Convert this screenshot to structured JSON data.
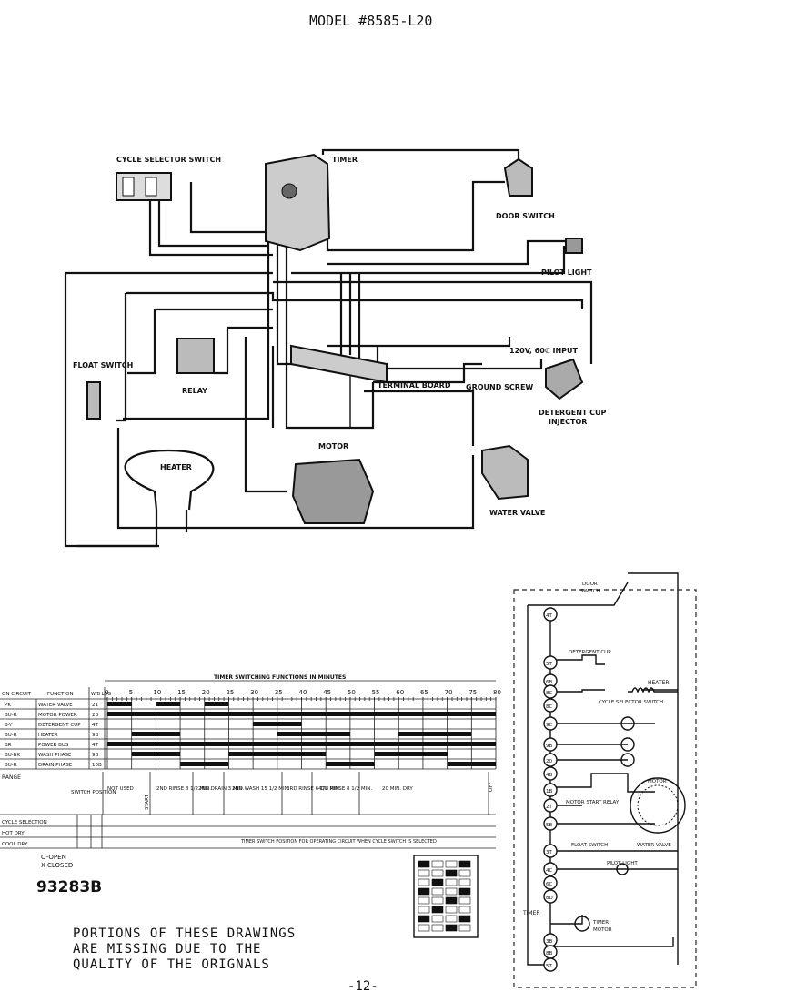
{
  "header": {
    "model": "MODEL #8585-L20"
  },
  "components": {
    "cycle_selector_switch": "CYCLE SELECTOR SWITCH",
    "timer": "TIMER",
    "door_switch": "DOOR SWITCH",
    "pilot_light": "PILOT LIGHT",
    "float_switch": "FLOAT SWITCH",
    "relay": "RELAY",
    "input": "120V, 60ℂ INPUT",
    "terminal_board": "TERMINAL BOARD",
    "ground_screw": "GROUND SCREW",
    "detergent_cup_injector": [
      "DETERGENT CUP",
      "INJECTOR"
    ],
    "heater": "HEATER",
    "motor": "MOTOR",
    "water_valve": "WATER VALVE"
  },
  "timer_chart": {
    "title": "TIMER SWITCHING FUNCTIONS IN MINUTES",
    "col_headers": [
      "ON CIRCUIT",
      "FUNCTION",
      "W/B LOG"
    ],
    "minutes": [
      "0",
      "5",
      "10",
      "15",
      "20",
      "25",
      "30",
      "35",
      "40",
      "45",
      "50",
      "55",
      "60",
      "65",
      "70",
      "75",
      "80"
    ],
    "rows": [
      {
        "circuit": "PK",
        "function": "WATER VALVE",
        "code": "21"
      },
      {
        "circuit": "BU-R",
        "function": "MOTOR POWER",
        "code": "2B"
      },
      {
        "circuit": "B-Y",
        "function": "DETERGENT CUP",
        "code": "4T"
      },
      {
        "circuit": "BU-R",
        "function": "HEATER",
        "code": "9B"
      },
      {
        "circuit": "BR",
        "function": "POWER BUS",
        "code": "4T"
      },
      {
        "circuit": "BU-BK",
        "function": "WASH PHASE",
        "code": "9B"
      },
      {
        "circuit": "BU-R",
        "function": "DRAIN PHASE",
        "code": "10B"
      }
    ],
    "range_label": "RANGE",
    "switch_position_label": "SWITCH POSITION",
    "phases": [
      "NOT USED",
      "2ND RINSE 8 1/2 MIN.",
      "2ND DRAIN 3 MIN.",
      "2ND WASH 15 1/2 MIN.",
      "3RD RINSE 6 1/2 MIN.",
      "4TH RINSE 8 1/2 MIN.",
      "20 MIN. DRY"
    ],
    "start_label": "START",
    "off_label": "OFF",
    "cycle_rows": [
      "CYCLE SELECTION",
      "HOT DRY",
      "COOL DRY"
    ],
    "legend": [
      "O-OPEN",
      "X-CLOSED"
    ],
    "footnote": "TIMER SWITCH POSITION FOR OPERATING CIRCUIT WHEN CYCLE SWITCH IS SELECTED",
    "part_number": "93283B"
  },
  "schematic": {
    "door_switch": [
      "DOOR",
      "SWITCH"
    ],
    "detergent_cup": "DETERGENT CUP",
    "heater": "HEATER",
    "cycle_selector_switch": "CYCLE SELECTOR SWITCH",
    "motor_start_relay": "MOTOR START RELAY",
    "motor": "MOTOR",
    "float_switch": "FLOAT SWITCH",
    "water_valve": "WATER VALVE",
    "pilot_light": "PILOT LIGHT",
    "timer": "TIMER",
    "timer_motor": [
      "TIMER",
      "MOTOR"
    ],
    "terminals": [
      "4T",
      "5T",
      "6B",
      "8C",
      "8C",
      "9C",
      "9B",
      "20",
      "4B",
      "1B",
      "2T",
      "5B",
      "3T",
      "4C",
      "6C",
      "8D",
      "3B",
      "8B",
      "5T"
    ]
  },
  "notice": "PORTIONS OF THESE DRAWINGS\nARE MISSING DUE TO THE\nQUALITY OF THE ORIGNALS",
  "page_number": "-12-"
}
